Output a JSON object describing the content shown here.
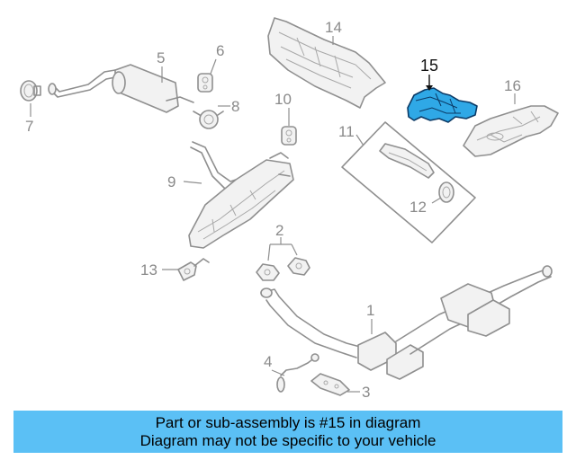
{
  "callouts": {
    "c1": "1",
    "c2": "2",
    "c3": "3",
    "c4": "4",
    "c5": "5",
    "c6": "6",
    "c7": "7",
    "c8": "8",
    "c9": "9",
    "c10": "10",
    "c11": "11",
    "c12": "12",
    "c13": "13",
    "c14": "14",
    "c15": "15",
    "c16": "16"
  },
  "highlight": {
    "part_number": "15",
    "color": "#2fa8e6",
    "outline": "#0b3a66"
  },
  "banner": {
    "line1": "Part or sub-assembly is #15 in diagram",
    "line2": "Diagram may not be specific to your vehicle",
    "color": "#5bc0f5"
  }
}
